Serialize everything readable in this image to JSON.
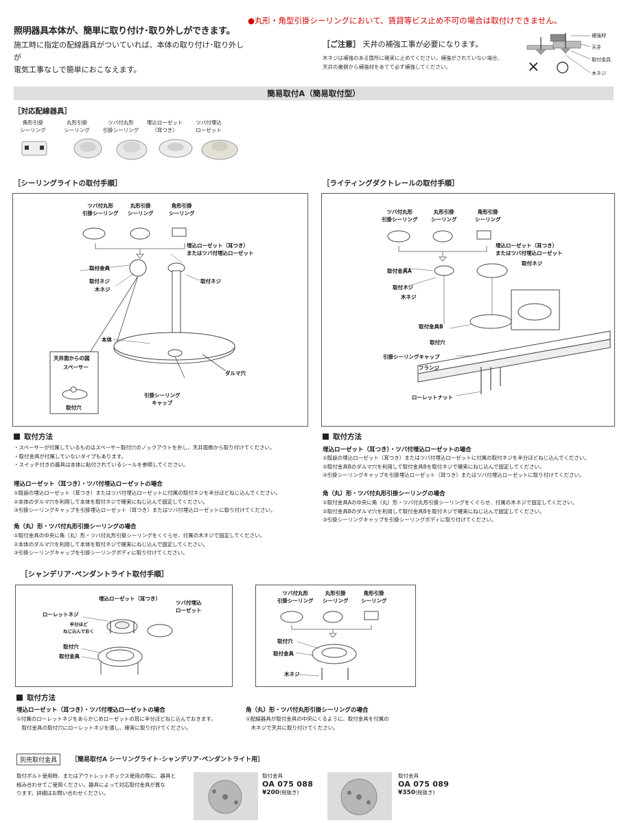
{
  "intro": {
    "title": "照明器具本体が、簡単に取り付け･取り外しができます。",
    "line1": "施工時に指定の配線器具がついていれば、本体の取り付け･取り外しが",
    "line2": "電気工事なしで簡単におこなえます。"
  },
  "warning": "●丸形・角型引掛シーリングにおいて、賃貸等ビス止め不可の場合は取付けできません。",
  "notice": {
    "title": "［ご注意］",
    "title_text": "天井の補強工事が必要になります。",
    "line1": "木ネジは補強のある箇所に確実に止めてください。補強がされていない場合、",
    "line2": "天井の裏側から補強材をあてて必ず補強してください。",
    "labels": [
      "補強材",
      "天井",
      "取付金具",
      "木ネジ"
    ],
    "ng_mark": "×",
    "ok_mark": "○"
  },
  "band_title": "簡易取付A（簡易取付型）",
  "devices": {
    "heading": "［対応配線器具］",
    "items": [
      {
        "l1": "角形引掛",
        "l2": "シーリング"
      },
      {
        "l1": "丸形引掛",
        "l2": "シーリング"
      },
      {
        "l1": "ツバ付丸形",
        "l2": "引掛シーリング"
      },
      {
        "l1": "埋込ローゼット",
        "l2": "（耳つき）"
      },
      {
        "l1": "ツバ付埋込",
        "l2": "ローゼット"
      }
    ]
  },
  "ceiling": {
    "heading": "［シーリングライトの取付手順］",
    "labels": {
      "tsuba": "ツバ付丸形",
      "tsuba2": "引掛シーリング",
      "maru": "丸形引掛",
      "maru2": "シーリング",
      "kaku": "角形引掛",
      "kaku2": "シーリング",
      "umekomi": "埋込ローゼット（耳つき）",
      "umekomi2": "またはツバ付埋込ローゼット",
      "kanagu": "取付金具",
      "neji": "取付ネジ",
      "mokuneji": "木ネジ",
      "neji_r": "取付ネジ",
      "hontai": "本体",
      "inset_title": "天井面からの図",
      "spacer": "スペーサー",
      "toritsukeana": "取付穴",
      "daruma": "ダルマ穴",
      "cap1": "引掛シーリング",
      "cap2": "キャップ"
    }
  },
  "duct": {
    "heading": "［ライティングダクトレールの取付手順］",
    "labels": {
      "tsuba": "ツバ付丸形",
      "tsuba2": "引掛シーリング",
      "maru": "丸形引掛",
      "maru2": "シーリング",
      "kaku": "角形引掛",
      "kaku2": "シーリング",
      "umekomi": "埋込ローゼット（耳つき）",
      "umekomi2": "またはツバ付埋込ローゼット",
      "neji": "取付ネジ",
      "kanaguA": "取付金具A",
      "neji2": "取付ネジ",
      "mokuneji": "木ネジ",
      "kanaguB": "取付金具B",
      "ana": "取付穴",
      "cap": "引掛シーリングキャップ",
      "flange": "フランジ",
      "nut": "ローレットナット"
    }
  },
  "method_left": {
    "heading": "取付方法",
    "notes": [
      "・スペーサーが付属しているものはスペーサー取付穴のノックアウトを外し、天井面側から取り付けてください。",
      "・取付金具が付属していないタイプもあります。",
      "・スイッチ付きの器具は本体に貼付されているシールを参照してください。"
    ],
    "sec1_title": "埋込ローゼット（耳つき）・ツバ付埋込ローゼットの場合",
    "sec1": [
      "①既設の埋込ローゼット（耳つき）またはツバ付埋込ローゼットに付属の取付ネジを半分ほどねじ込んでください。",
      "②本体のダルマ穴を利用して本体を取付ネジで確実にねじ込んで固定してください。",
      "③引掛シーリングキャップを引掛埋込ローゼット（耳つき）またはツバ付埋込ローゼットに取り付けてください。"
    ],
    "sec2_title": "角（丸）形・ツバ付丸形引掛シーリングの場合",
    "sec2": [
      "①取付金具の中央に角（丸）形・ツバ付丸形引掛シーリングをくぐらせ、付属の木ネジで固定してください。",
      "②本体のダルマ穴を利用して本体を取付ネジで確実にねじ込んで固定してください。",
      "③引掛シーリングキャップを引掛シーリングボディに取り付けてください。"
    ]
  },
  "method_right": {
    "heading": "取付方法",
    "sec1_title": "埋込ローゼット（耳つき）・ツバ付埋込ローゼットの場合",
    "sec1": [
      "①既設の埋込ローゼット（耳つき）またはツバ付埋込ローゼットに付属の取付ネジを半分ほどねじ込んでください。",
      "②取付金具Bのダルマ穴を利用して取付金具Bを取付ネジで確実にねじ込んで固定してください。",
      "③引掛シーリングキャップを引掛埋込ローゼット（耳つき）またはツバ付埋込ローゼットに取り付けてください。"
    ],
    "sec2_title": "角（丸）形・ツバ付丸形引掛シーリングの場合",
    "sec2": [
      "①取付金具Aの中央に角（丸）形・ツバ付丸形引掛シーリングをくぐらせ、付属の木ネジで固定してください。",
      "②取付金具Bのダルマ穴を利用して取付金具Bを取付ネジで確実にねじ込んで固定してください。",
      "③引掛シーリングキャップを引掛シーリングボディに取り付けてください。"
    ]
  },
  "chandelier": {
    "heading": "［シャンデリア･ペンダントライト取付手順］",
    "left_labels": {
      "umekomi": "埋込ローゼット（耳つき）",
      "tsuba1": "ツバ付埋込",
      "tsuba2": "ローゼット",
      "nut": "ローレットネジ",
      "half1": "半分ほど",
      "half2": "ねじ込んでおく",
      "ana": "取付穴",
      "kanagu": "取付金具"
    },
    "right_labels": {
      "tsuba": "ツバ付丸形",
      "tsuba2": "引掛シーリング",
      "maru": "丸形引掛",
      "maru2": "シーリング",
      "kaku": "角形引掛",
      "kaku2": "シーリング",
      "ana": "取付穴",
      "kanagu": "取付金具",
      "mokuneji": "木ネジ"
    }
  },
  "method_bottom": {
    "heading": "取付方法",
    "left_title": "埋込ローゼット（耳つき）・ツバ付埋込ローゼットの場合",
    "left_l1": "①付属のローレットネジをあらかじめローゼットの耳に半分ほどねじ込んでおきます。",
    "left_l2": "　取付金具の取付穴にローレットネジを通し、確実に取り付けてください。",
    "right_title": "角（丸）形・ツバ付丸形引掛シーリングの場合",
    "right_l1": "①配線器具が取付金具の中央にくるように、取付金具を付属の",
    "right_l2": "　木ネジで天井に取り付けてください。"
  },
  "sold": {
    "box": "別売取付金具",
    "caption": "［簡易取付A シーリングライト･シャンデリア･ペンダントライト用］",
    "text1": "取付ボルト使用時、またはアウトレットボックス使用の際に、器具と",
    "text2": "組み合わせてご使用ください。器具によって対応取付金具が異な",
    "text3": "ります。詳細はお問い合わせください。",
    "items": [
      {
        "label": "取付金具",
        "code": "OA 075 088",
        "price": "¥200",
        "tax": "(税抜き)"
      },
      {
        "label": "取付金具",
        "code": "OA 075 089",
        "price": "¥350",
        "tax": "(税抜き)"
      }
    ]
  }
}
